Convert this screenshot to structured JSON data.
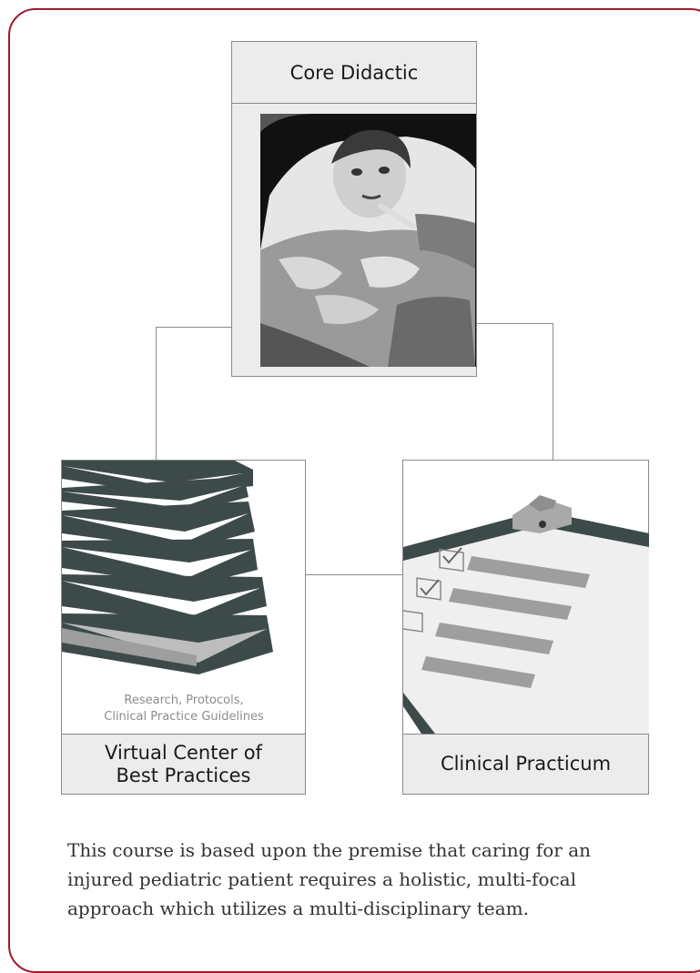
{
  "colors": {
    "frame": "#9b1c2e",
    "connector": "#8a8a8a",
    "panel": "#ececec"
  },
  "core": {
    "title": "Core Didactic",
    "image": "photo-of-child-patient"
  },
  "left": {
    "caption": "Research, Protocols,\nClinical Practice Guidelines",
    "label": "Virtual Center of\nBest Practices",
    "image": "books-icon"
  },
  "right": {
    "label": "Clinical Practicum",
    "image": "clipboard-checklist-icon"
  },
  "description": "This course is based upon the premise that caring for an\ninjured pediatric patient requires a holistic, multi-focal\napproach which utilizes a multi-disciplinary team."
}
